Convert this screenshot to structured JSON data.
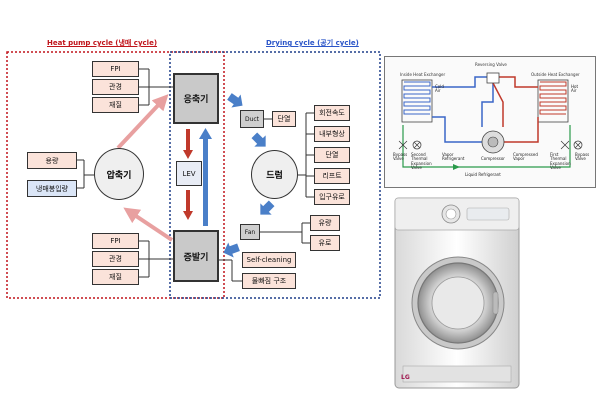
{
  "titles": {
    "heat_pump": "Heat pump cycle (냉매 cycle)",
    "drying": "Drying cycle (공기 cycle)"
  },
  "colors": {
    "heat_pump_title": "#c0141b",
    "drying_title": "#2b55c8",
    "heat_border": "#c0141b",
    "drying_border": "#1f3f8a",
    "arrow_pink": "#e8a0a0",
    "arrow_blue": "#4a7fc8",
    "arrow_red": "#c0392b",
    "pink_box": "#fbe3da",
    "blue_box": "#dbe6f7",
    "gray_box": "#c9c9c9"
  },
  "heat_pump": {
    "condenser_inputs": [
      "FPI",
      "관경",
      "재질"
    ],
    "evaporator_inputs": [
      "FPI",
      "관경",
      "재질"
    ],
    "compressor_inputs": [
      "용량",
      "냉매봉입량"
    ],
    "compressor": "압축기",
    "condenser": "응축기",
    "evaporator": "증발기",
    "lev": "LEV"
  },
  "drying": {
    "duct": "Duct",
    "duct_param": "단열",
    "drum": "드럼",
    "drum_params": [
      "회전속도",
      "내부형상",
      "단열",
      "리프트",
      "입구유로"
    ],
    "fan": "Fan",
    "fan_params": [
      "유량",
      "유로"
    ],
    "evaporator_params": [
      "Self-cleaning",
      "물빠짐 구조"
    ]
  },
  "refrigerant_diagram": {
    "inside_hx": "Inside Heat Exchanger",
    "outside_hx": "Outside Heat Exchanger",
    "reversing_valve": "Reversing Valve",
    "cold_air": [
      "Cold",
      "Air"
    ],
    "hot_air": [
      "Hot",
      "Air"
    ],
    "bypass_valve": [
      "Bypass",
      "Valve"
    ],
    "second_tev": [
      "Second",
      "Thermal",
      "Expansion",
      "Valve"
    ],
    "vapor_refrigerant": [
      "Vapor",
      "Refrigerant"
    ],
    "compressor": "Compressor",
    "compressed_vapor": [
      "Compressed",
      "Vapor"
    ],
    "first_tev": [
      "First",
      "Thermal",
      "Expansion",
      "Valve"
    ],
    "liquid_refrigerant": "Liquid Refrigerant"
  },
  "dryer": {
    "brand": "LG"
  }
}
